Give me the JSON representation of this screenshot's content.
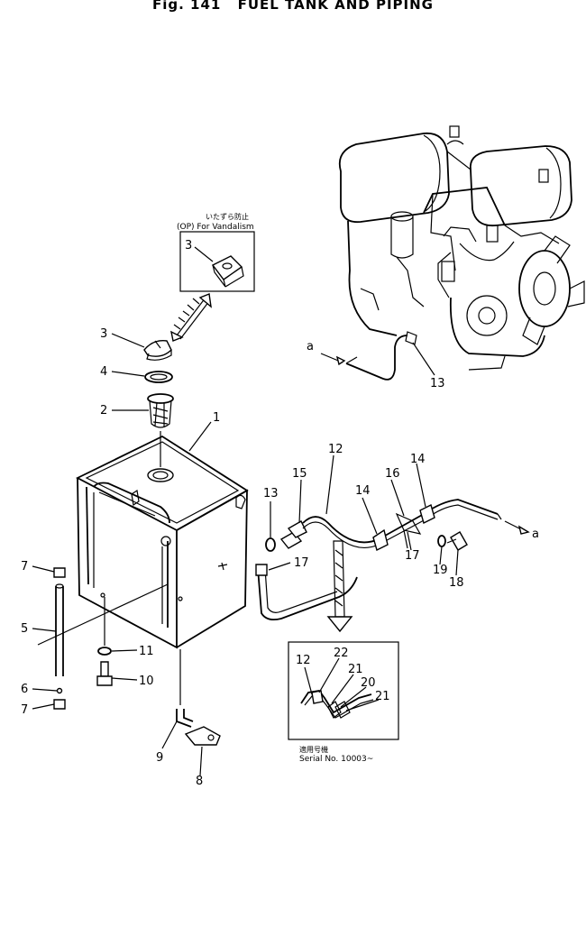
{
  "figure": {
    "fig_no": "Fig. 141",
    "title": "FUEL TANK AND PIPING"
  },
  "inset_top": {
    "jp_text": "いたずら防止",
    "caption": "(OP) For Vandalism",
    "part": "3"
  },
  "inset_bottom": {
    "jp_text": "適用号機",
    "serial": "Serial No. 10003~",
    "parts": [
      "12",
      "22",
      "21",
      "20",
      "21"
    ]
  },
  "callouts": {
    "p1": "1",
    "p2": "2",
    "p3": "3",
    "p4": "4",
    "p5": "5",
    "p6": "6",
    "p7a": "7",
    "p7b": "7",
    "p8": "8",
    "p9": "9",
    "p10": "10",
    "p11": "11",
    "p12": "12",
    "p13a": "13",
    "p13b": "13",
    "p14a": "14",
    "p14b": "14",
    "p15": "15",
    "p16": "16",
    "p17a": "17",
    "p17b": "17",
    "p18": "18",
    "p19": "19"
  },
  "connections": {
    "a_left": "a",
    "a_right": "a"
  }
}
